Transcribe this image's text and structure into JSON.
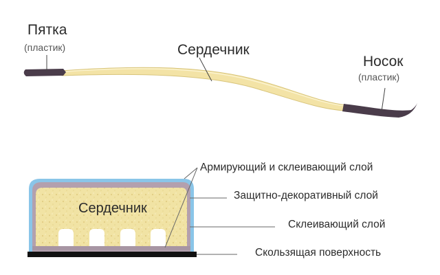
{
  "ski_profile": {
    "heel_title": "Пятка",
    "heel_sub": "(пластик)",
    "core_title": "Сердечник",
    "toe_title": "Носок",
    "toe_sub": "(пластик)"
  },
  "cross_section": {
    "core_label": "Сердечник",
    "layers": [
      "Армирующий и склеивающий слой",
      "Защитно-декоративный слой",
      "Склеивающий слой",
      "Скользящая поверхность"
    ]
  },
  "colors": {
    "core_fill": "#f3e3a6",
    "plastic": "#4a3c4a",
    "decorative_layer": "#b3a0ae",
    "reinforcing_layer": "#8ac5e8",
    "base": "#111111",
    "leader_line": "#666666"
  }
}
